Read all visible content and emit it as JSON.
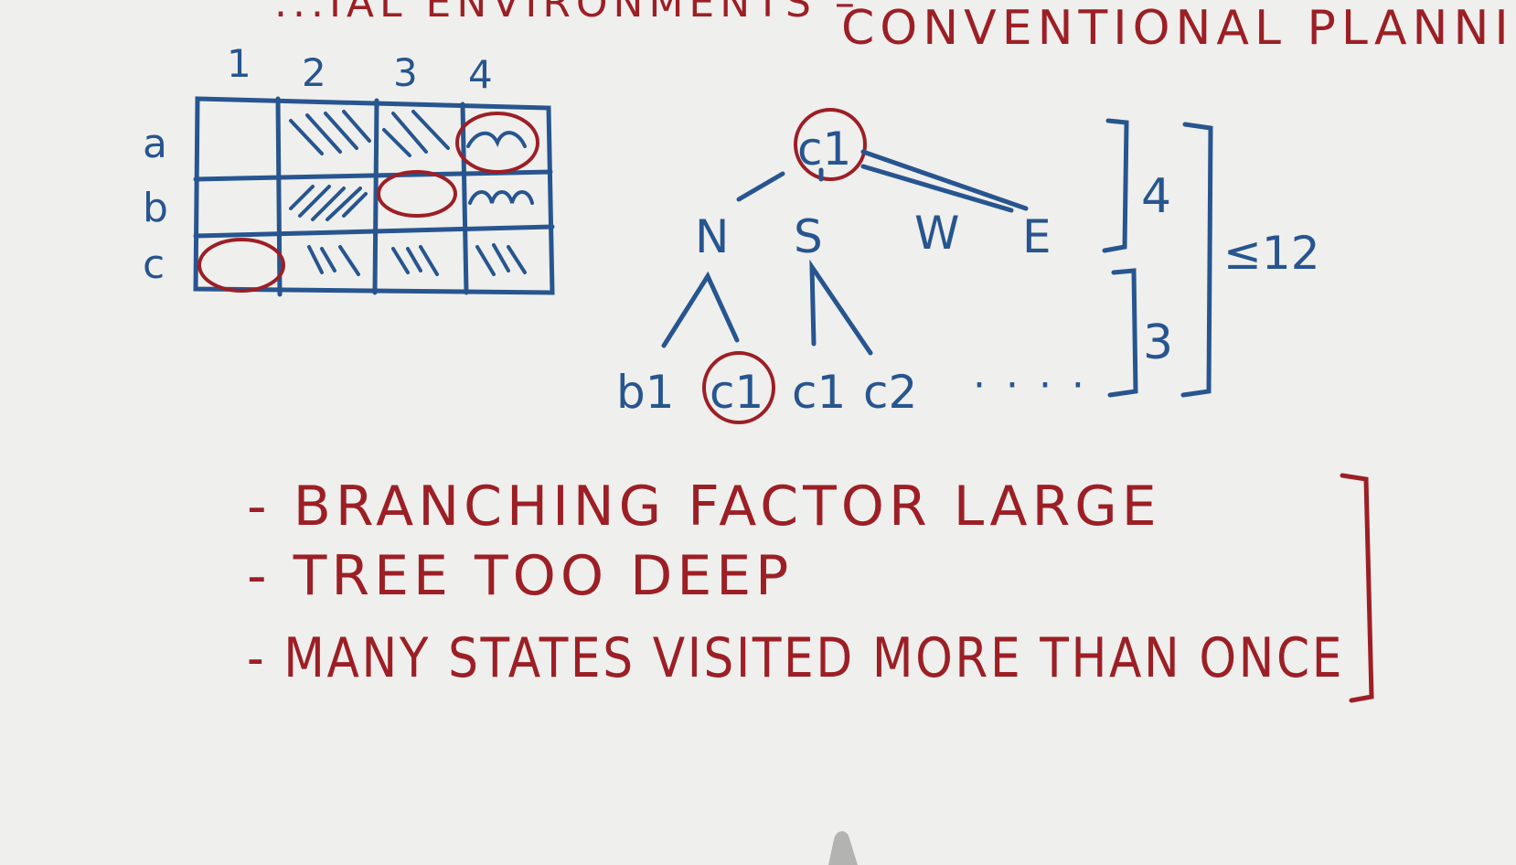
{
  "title": "CONVENTIONAL PLANNING",
  "title_partial": "...IAL ENVIRONMENTS –",
  "grid": {
    "columns": [
      "1",
      "2",
      "3",
      "4"
    ],
    "rows": [
      "a",
      "b",
      "c"
    ]
  },
  "tree": {
    "root": "c1",
    "level1": [
      "N",
      "S",
      "W",
      "E"
    ],
    "level2": [
      "b1",
      "c1",
      "c1",
      "c2"
    ],
    "ellipsis": "· · · ·",
    "branch_count_1": "4",
    "branch_count_2": "3",
    "bound": "≤12"
  },
  "notes": [
    "- BRANCHING FACTOR LARGE",
    "- TREE TOO DEEP",
    "- MANY STATES VISITED MORE THAN ONCE"
  ],
  "colors": {
    "blue_ink": "#27558f",
    "red_ink": "#9c1f25",
    "board": "#f3f3f1"
  }
}
